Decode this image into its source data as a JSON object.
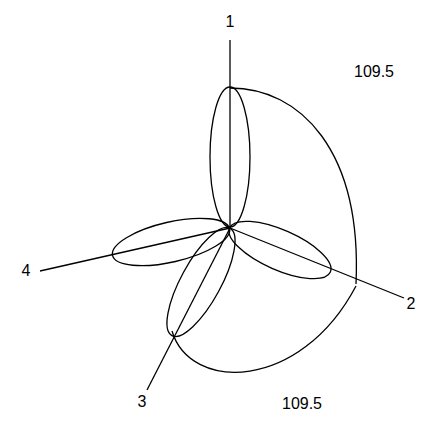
{
  "diagram": {
    "labels": [
      "1",
      "109.5",
      "4",
      "2",
      "3",
      "109.5"
    ]
  }
}
